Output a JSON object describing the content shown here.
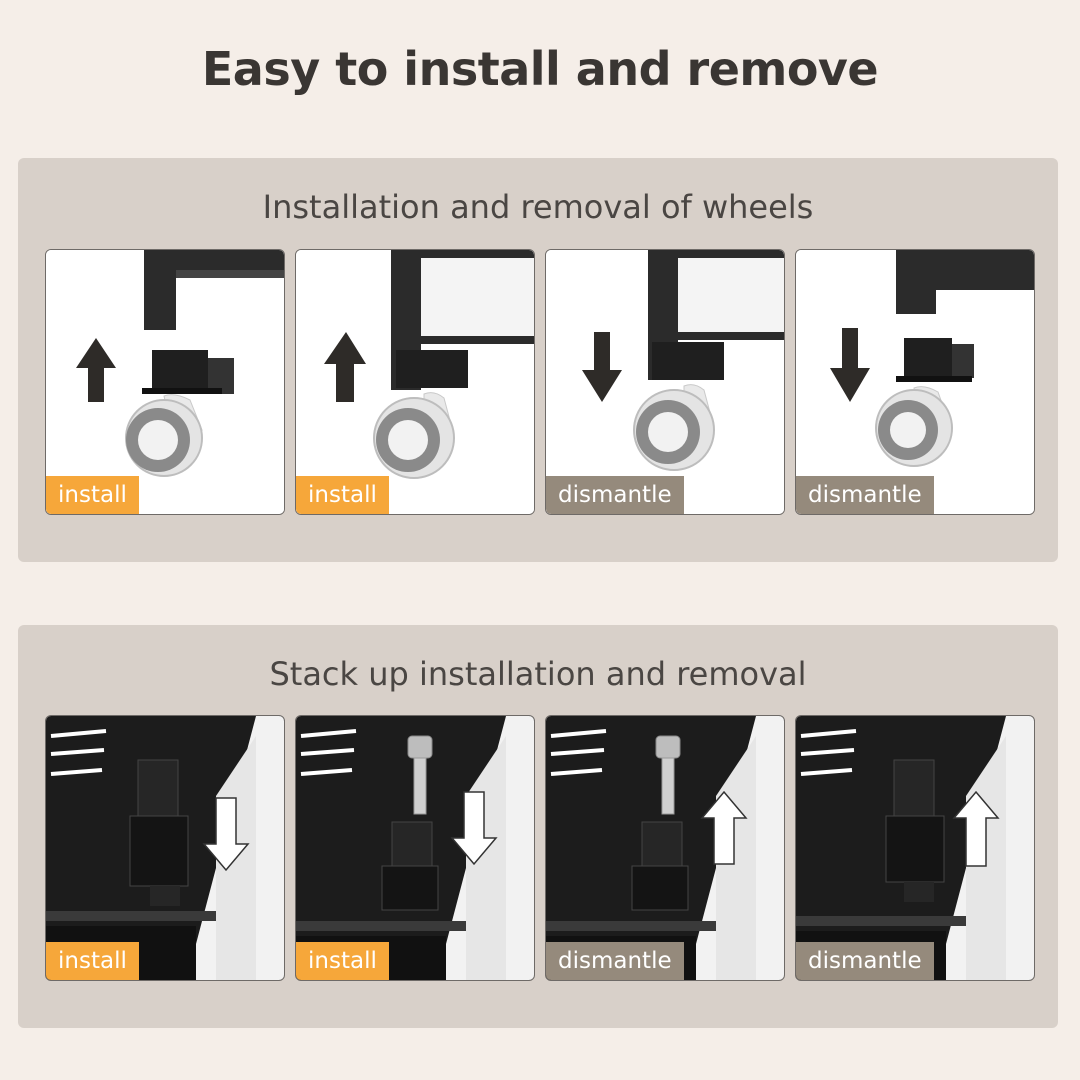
{
  "title": "Easy to install and remove",
  "colors": {
    "background": "#f5eee8",
    "panel": "#d8d0c9",
    "install_tag": "#f6a73a",
    "dismantle_tag": "#958a7c"
  },
  "sections": [
    {
      "heading": "Installation and removal of wheels",
      "cards": [
        {
          "label": "install",
          "arrow": "up"
        },
        {
          "label": "install",
          "arrow": "up"
        },
        {
          "label": "dismantle",
          "arrow": "down"
        },
        {
          "label": "dismantle",
          "arrow": "down"
        }
      ]
    },
    {
      "heading": "Stack up installation and removal",
      "cards": [
        {
          "label": "install",
          "arrow": "down"
        },
        {
          "label": "install",
          "arrow": "down"
        },
        {
          "label": "dismantle",
          "arrow": "up"
        },
        {
          "label": "dismantle",
          "arrow": "up"
        }
      ]
    }
  ]
}
